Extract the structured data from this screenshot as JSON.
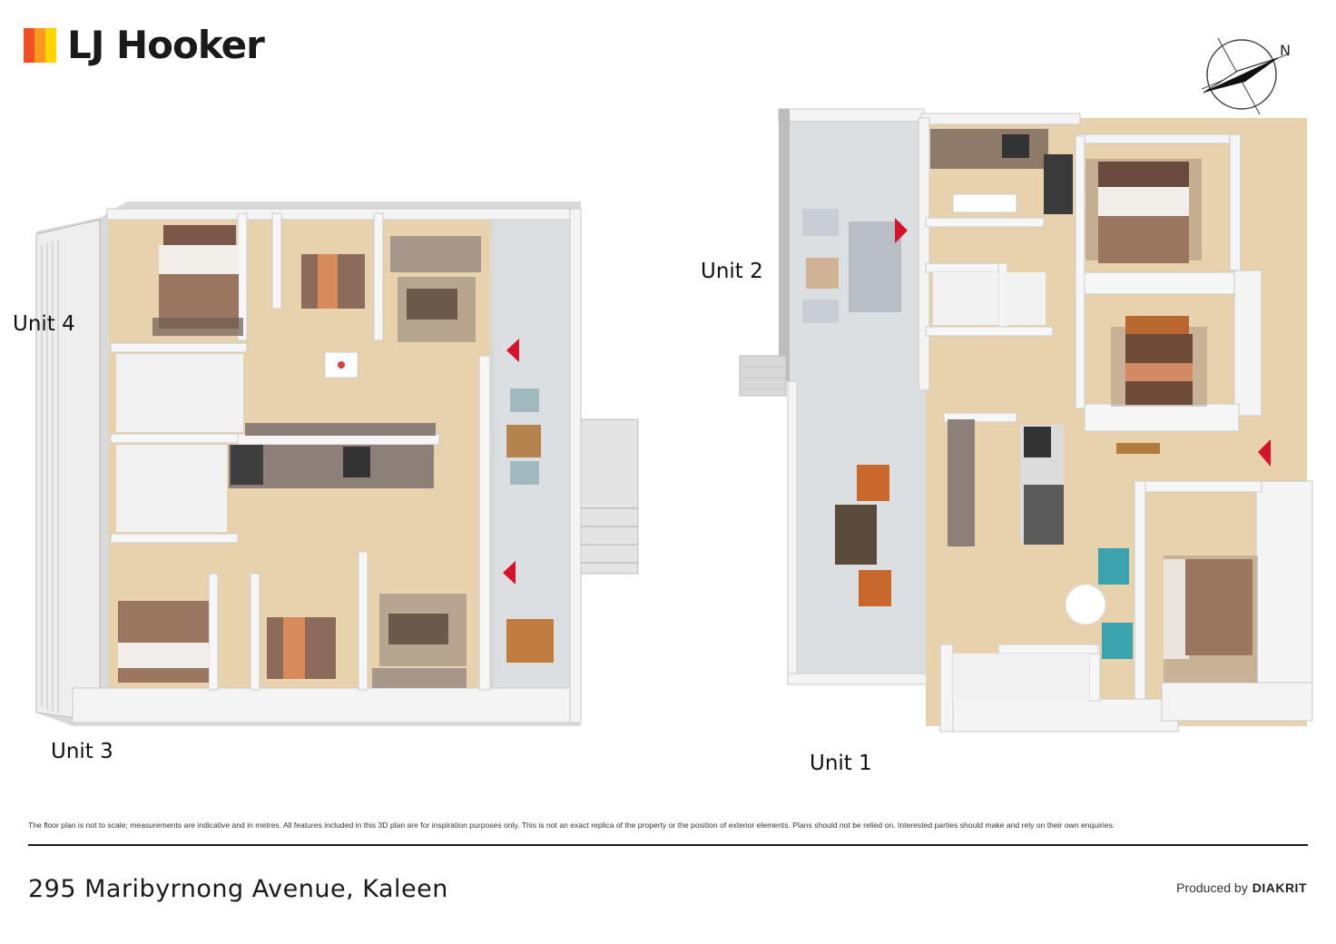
{
  "brand": {
    "name": "LJ Hooker",
    "bar_colors": [
      "#f04e23",
      "#f79a1e",
      "#ffd400"
    ]
  },
  "compass": {
    "north_label": "N"
  },
  "units": {
    "unit4": "Unit 4",
    "unit3": "Unit 3",
    "unit2": "Unit 2",
    "unit1": "Unit 1"
  },
  "colors": {
    "floor_wood": "#e8d2ad",
    "walls": "#f4f4f4",
    "deck": "#dcdfe2",
    "entry_marker": "#d7122b",
    "bed_cover": "#9a7560",
    "sofa": "#a7978a"
  },
  "footer": {
    "disclaimer": "The floor plan is not to scale; measurements are indicative and in metres. All features included in this 3D plan are for inspiration purposes only. This is not an exact replica of the property or the position of exterior elements. Plans should not be relied on. Interested parties should make and rely on their own enquiries.",
    "address": "295 Maribyrnong Avenue, Kaleen",
    "produced_by_label": "Produced by",
    "produced_by_brand": "DIAKRIT"
  }
}
